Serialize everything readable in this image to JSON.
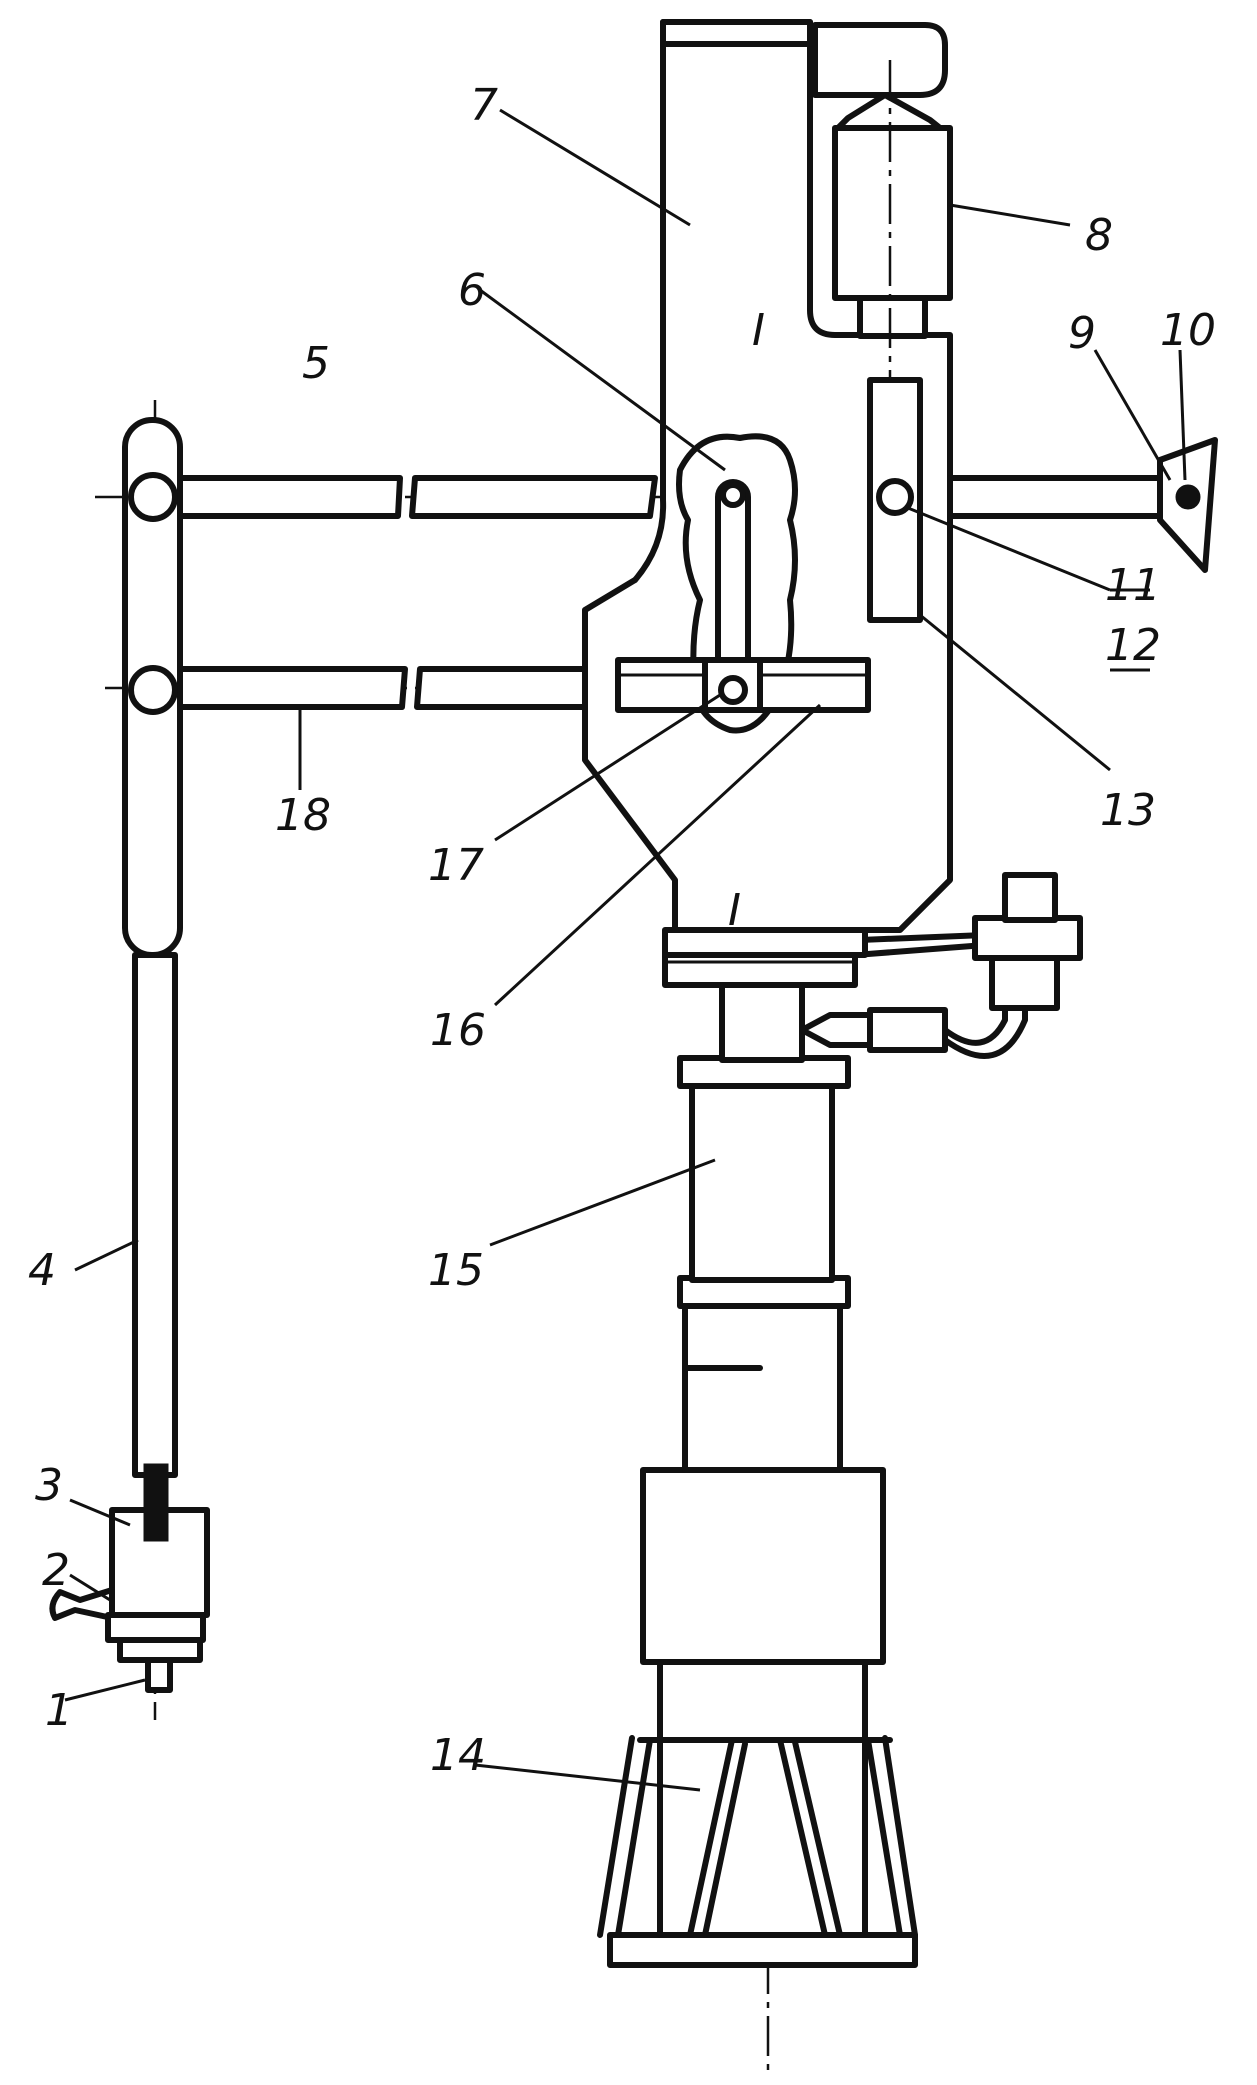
{
  "labels": {
    "l1": "1",
    "l2": "2",
    "l3": "3",
    "l4": "4",
    "l5": "5",
    "l6": "6",
    "l7": "7",
    "l8": "8",
    "l9": "9",
    "l10": "10",
    "l11": "11",
    "l12": "12",
    "l13": "13",
    "l14": "14",
    "l15": "15",
    "l16": "16",
    "l17": "17",
    "l18": "18"
  },
  "marks": {
    "upper": "I",
    "lower": "I"
  }
}
